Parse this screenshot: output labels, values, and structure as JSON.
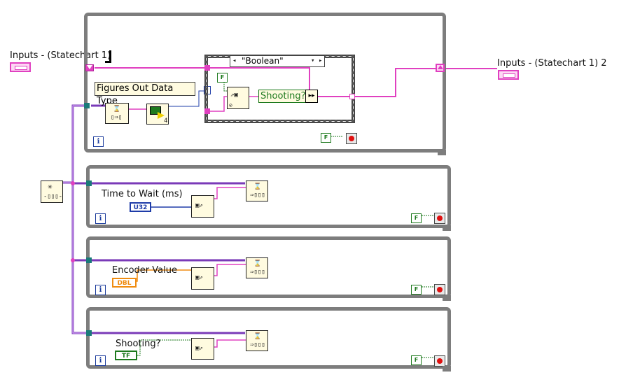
{
  "inputs_control": {
    "label": "Inputs - (Statechart 1)"
  },
  "inputs_indicator": {
    "label": "Inputs - (Statechart 1) 2"
  },
  "case_structure": {
    "selector": "\"Boolean\""
  },
  "figures_label": {
    "text": "Figures Out Data Type"
  },
  "unbundle_index": "4",
  "shooting_indicator": {
    "text": "Shooting?"
  },
  "loop2": {
    "label": "Time to Wait (ms)",
    "type_badge": "U32"
  },
  "loop3": {
    "label": "Encoder Value",
    "type_badge": "DBL"
  },
  "loop4": {
    "label": "Shooting?",
    "type_badge": "TF"
  },
  "iteration_symbol": "i",
  "stop_constant": "F",
  "colors": {
    "cluster_wire": "#e040c0",
    "loop_border": "#7d7d7d",
    "node_fill": "#fffbe0"
  }
}
